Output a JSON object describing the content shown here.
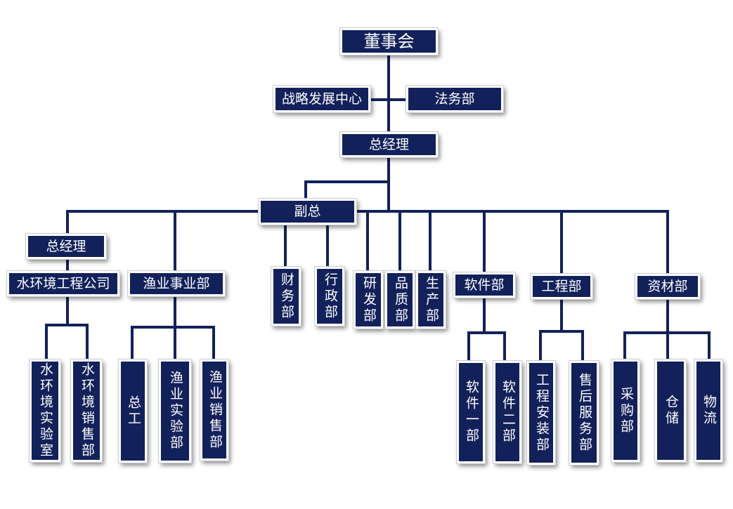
{
  "nodes": {
    "board": "董事会",
    "strategy": "战略发展中心",
    "legal": "法务部",
    "gm": "总经理",
    "vp": "副总",
    "sub_gm": "总经理",
    "water_company": "水环境工程公司",
    "water_lab": "水环境实验室",
    "water_sales": "水环境销售部",
    "fishery": "渔业事业部",
    "chief_eng": "总工",
    "fishery_lab": "渔业实验部",
    "fishery_sales": "渔业销售部",
    "finance": "财务部",
    "admin": "行政部",
    "rd": "研发部",
    "quality": "品质部",
    "production": "生产部",
    "software": "软件部",
    "software1": "软件一部",
    "software2": "软件二部",
    "engineering": "工程部",
    "eng_install": "工程安装部",
    "after_sales": "售后服务部",
    "materials": "资材部",
    "purchasing": "采购部",
    "storage": "仓储",
    "logistics": "物流"
  },
  "colors": {
    "box": "#12215a",
    "line": "#12215a",
    "text": "#ffffff"
  }
}
